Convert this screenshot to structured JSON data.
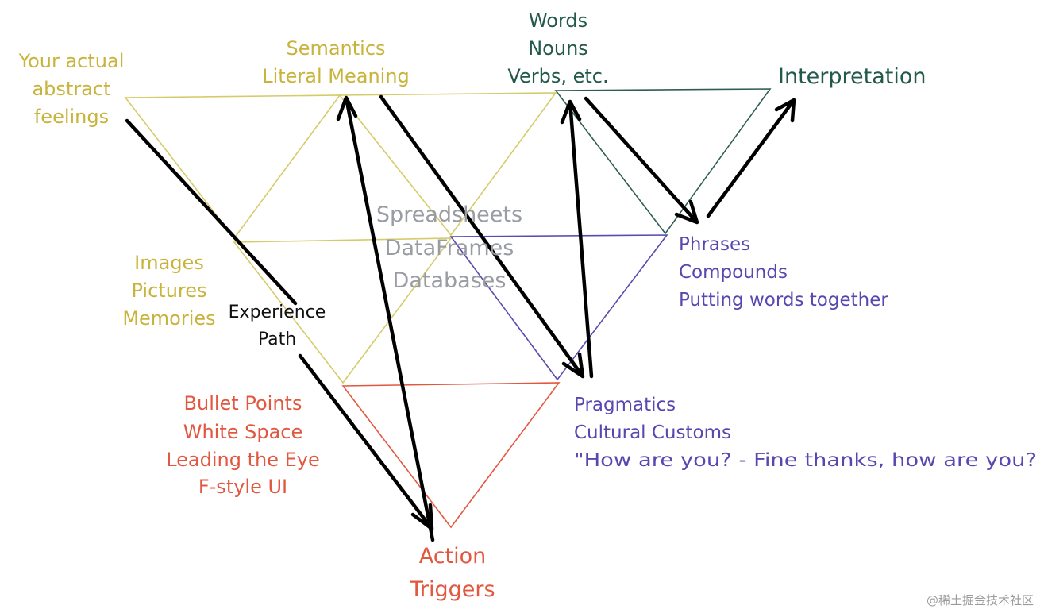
{
  "colors": {
    "yellow": "#c8b43c",
    "green": "#23594a",
    "purple": "#5747b0",
    "red": "#e2573f",
    "black": "#111111",
    "grey": "#9a9ca3"
  },
  "labels": {
    "feelings": [
      "Your actual",
      "abstract",
      "feelings"
    ],
    "semantics": [
      "Semantics",
      "Literal Meaning"
    ],
    "words": [
      "Words",
      "Nouns",
      "Verbs, etc."
    ],
    "interpretation": "Interpretation",
    "spreadsheets": [
      "Spreadsheets",
      "DataFrames",
      "Databases"
    ],
    "images": [
      "Images",
      "Pictures",
      "Memories"
    ],
    "experience_path": [
      "Experience",
      "Path"
    ],
    "phrases": [
      "Phrases",
      "Compounds",
      "Putting words together"
    ],
    "ui": [
      "Bullet Points",
      "White Space",
      "Leading the Eye",
      "F-style UI"
    ],
    "pragmatics": [
      "Pragmatics",
      "Cultural Customs",
      "\"How are you? - Fine thanks, how are you?"
    ],
    "action": [
      "Action",
      "Triggers"
    ],
    "watermark": "@稀土掘金技术社区"
  }
}
